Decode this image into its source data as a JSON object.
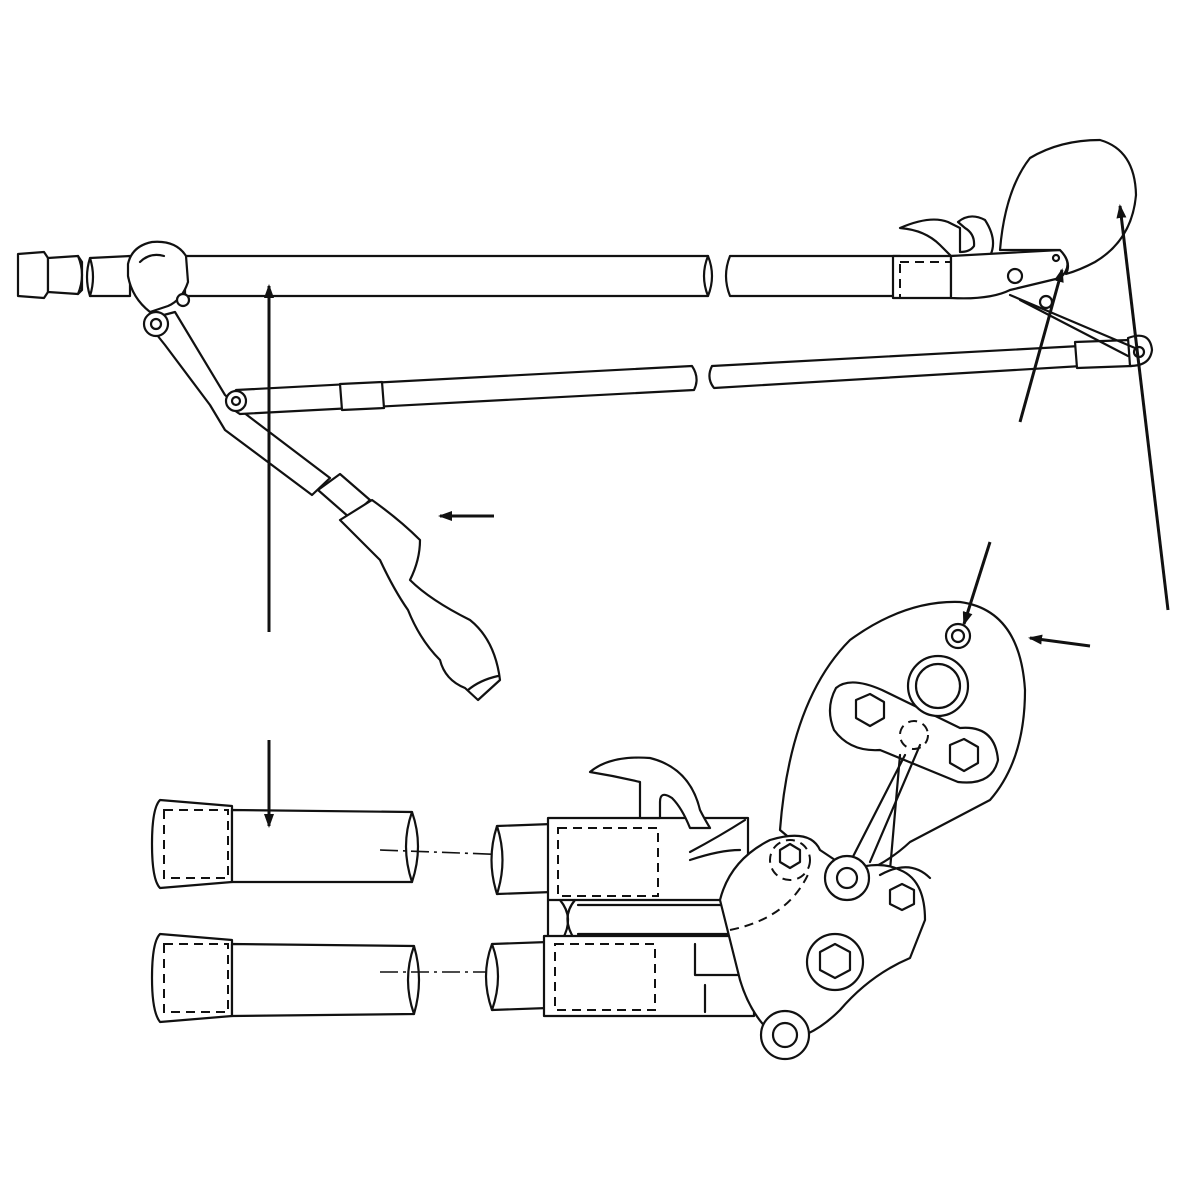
{
  "diagram": {
    "style": "black line art on white background",
    "line_color": "#111111",
    "background_color": "#ffffff",
    "views": [
      {
        "id": "assembled-lopper",
        "contents": [
          "handle-grip",
          "upper-pole",
          "lower-pole",
          "jaw-hook",
          "lever-arm",
          "hand-grip",
          "cutting-blade-guard"
        ]
      },
      {
        "id": "exploded-head-detail",
        "contents": [
          "handle-cap-upper",
          "handle-cap-lower",
          "tube-upper",
          "tube-lower",
          "socket-block",
          "hook",
          "link-plate",
          "jaw-plate",
          "hex-bolts",
          "pivot-pins"
        ]
      }
    ],
    "labels": []
  }
}
